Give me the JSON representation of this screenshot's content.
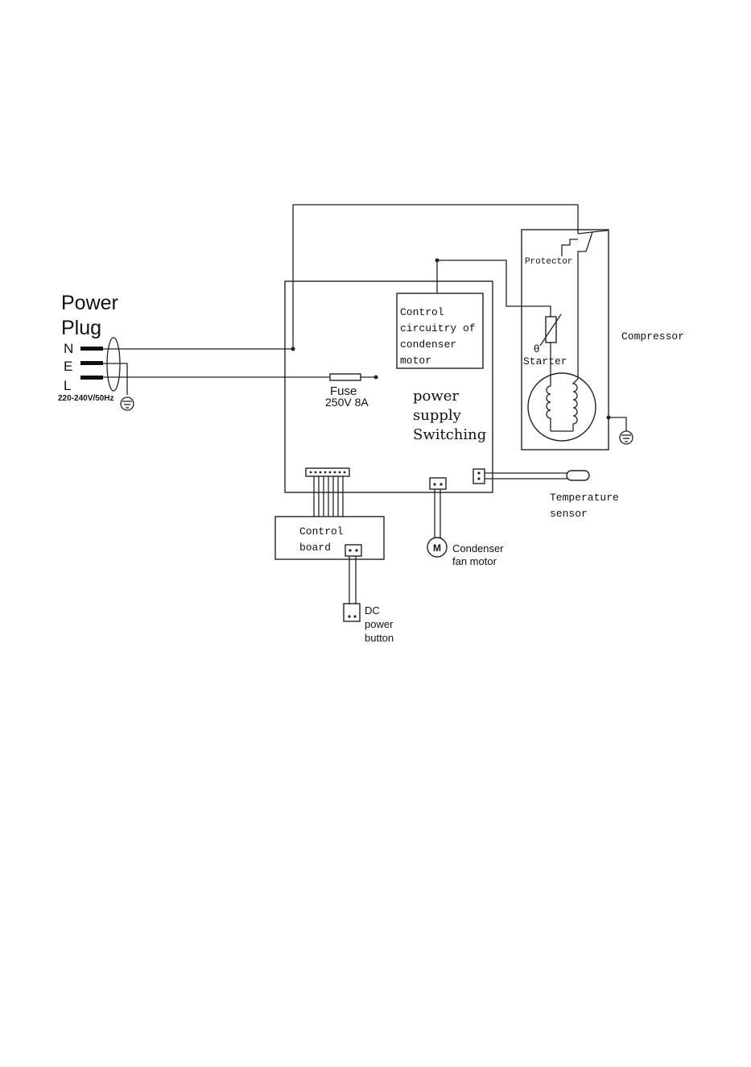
{
  "plug": {
    "title_line1": "Power",
    "title_line2": "Plug",
    "pin_n": "N",
    "pin_e": "E",
    "pin_l": "L",
    "rating": "220-240V/50Hz"
  },
  "fuse": {
    "label": "Fuse",
    "rating": "250V 8A"
  },
  "main_board": {
    "line1": "power",
    "line2": "supply",
    "line3": "Switching"
  },
  "condenser_control": {
    "line1": "Control",
    "line2": "circuitry of",
    "line3": "condenser",
    "line4": "motor"
  },
  "compressor": {
    "label": "Compressor",
    "protector_label": "Protector",
    "starter_symbol": "θ",
    "starter_label": "Starter"
  },
  "temperature_sensor": {
    "line1": "Temperature",
    "line2": "sensor"
  },
  "control_board": {
    "line1": "Control",
    "line2": "board"
  },
  "fan_motor": {
    "symbol": "M",
    "line1": "Condenser",
    "line2": "fan motor"
  },
  "dc_button": {
    "line1": "DC",
    "line2": "power",
    "line3": "button"
  }
}
